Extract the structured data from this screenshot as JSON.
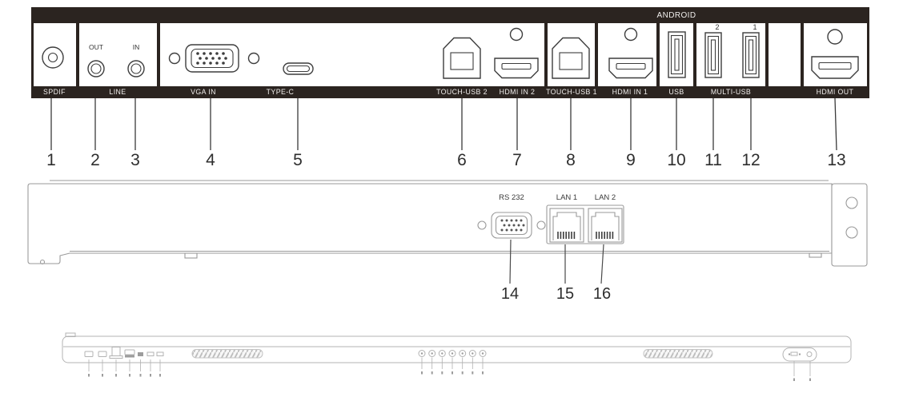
{
  "colors": {
    "panel_dark": "#2b2420",
    "port_stroke": "#3d3d3d",
    "callout_text": "#2e2e2e",
    "panel_label_text": "#f0eeec",
    "outline_gray": "#9a9a9a",
    "outline_light": "#b3b3b3"
  },
  "top_panel": {
    "android_label": "ANDROID",
    "labels": {
      "spdif": "SPDIF",
      "line": "LINE",
      "line_out": "OUT",
      "line_in": "IN",
      "vga_in": "VGA IN",
      "type_c": "TYPE-C",
      "touch_usb_2": "TOUCH-USB 2",
      "hdmi_in_2": "HDMI IN 2",
      "touch_usb_1": "TOUCH-USB 1",
      "hdmi_in_1": "HDMI IN 1",
      "usb": "USB",
      "multi_usb": "MULTI-USB",
      "multi_usb_port_2": "2",
      "multi_usb_port_1": "1",
      "hdmi_out": "HDMI OUT"
    },
    "callouts": [
      "1",
      "2",
      "3",
      "4",
      "5",
      "6",
      "7",
      "8",
      "9",
      "10",
      "11",
      "12",
      "13"
    ]
  },
  "middle_panel": {
    "labels": {
      "rs232": "RS 232",
      "lan_1": "LAN 1",
      "lan_2": "LAN 2"
    },
    "callouts": [
      "14",
      "15",
      "16"
    ]
  }
}
